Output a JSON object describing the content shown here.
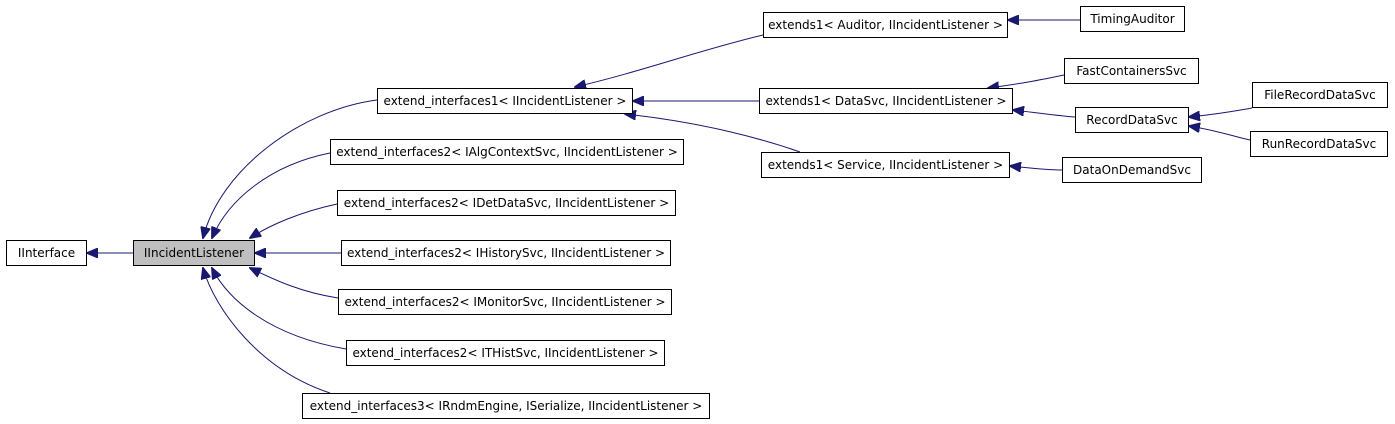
{
  "diagram": {
    "edge_color": "#191970",
    "highlight_fill": "#bfbfbf",
    "nodes": {
      "iinterface": "IInterface",
      "iincidentlistener": "IIncidentListener",
      "ext1_iincident": "extend_interfaces1< IIncidentListener >",
      "ext2_ialgcontext": "extend_interfaces2< IAlgContextSvc, IIncidentListener >",
      "ext2_idetdata": "extend_interfaces2< IDetDataSvc, IIncidentListener >",
      "ext2_ihistory": "extend_interfaces2< IHistorySvc, IIncidentListener >",
      "ext2_imonitor": "extend_interfaces2< IMonitorSvc, IIncidentListener >",
      "ext2_ithist": "extend_interfaces2< ITHistSvc, IIncidentListener >",
      "ext3_irndm": "extend_interfaces3< IRndmEngine, ISerialize, IIncidentListener >",
      "extends1_auditor": "extends1< Auditor, IIncidentListener >",
      "extends1_datasvc": "extends1< DataSvc, IIncidentListener >",
      "extends1_service": "extends1< Service, IIncidentListener >",
      "timing_auditor": "TimingAuditor",
      "fast_containers": "FastContainersSvc",
      "record_data": "RecordDataSvc",
      "data_on_demand": "DataOnDemandSvc",
      "file_record": "FileRecordDataSvc",
      "run_record": "RunRecordDataSvc"
    }
  }
}
